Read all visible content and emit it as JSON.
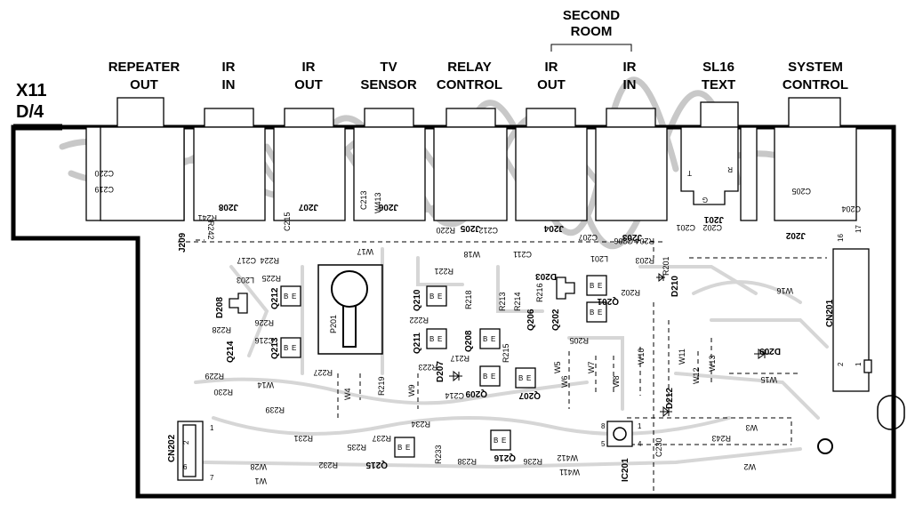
{
  "board": {
    "ref_label": "X11",
    "ref_sub": "D/4"
  },
  "headers": {
    "second_room": "SECOND",
    "second_room_2": "ROOM",
    "repeater": [
      "REPEATER",
      "OUT"
    ],
    "ir_in_1": [
      "IR",
      "IN"
    ],
    "ir_out_1": [
      "IR",
      "OUT"
    ],
    "tv_sensor": [
      "TV",
      "SENSOR"
    ],
    "relay_control": [
      "RELAY",
      "CONTROL"
    ],
    "ir_out_2": [
      "IR",
      "OUT"
    ],
    "ir_in_2": [
      "IR",
      "IN"
    ],
    "sl16": [
      "SL16",
      "TEXT"
    ],
    "system_control": [
      "SYSTEM",
      "CONTROL"
    ]
  },
  "connectors": [
    "J209",
    "J208",
    "J207",
    "J206",
    "J205",
    "J204",
    "J203",
    "J201",
    "J202",
    "CN201",
    "CN202"
  ],
  "semis": [
    "Q210",
    "Q211",
    "Q212",
    "Q213",
    "Q214",
    "Q215",
    "Q216",
    "Q206",
    "Q207",
    "Q208",
    "Q209",
    "Q201",
    "Q202",
    "D203",
    "D207",
    "D208",
    "D209",
    "D210",
    "D212",
    "IC201"
  ],
  "parts": {
    "C220": "C220",
    "C219": "C219",
    "R241": "R241",
    "R242": "R242",
    "C213": "C213",
    "W413": "W413",
    "C215": "C215",
    "W17": "W17",
    "R220": "R220",
    "C212": "C212",
    "W18": "W18",
    "C211": "C211",
    "C207": "C207",
    "L201": "L201",
    "C206": "C206",
    "R204": "R204",
    "R203": "R203",
    "R201": "R201",
    "R202": "R202",
    "C201": "C201",
    "C202": "C202",
    "C205": "C205",
    "C204": "C204",
    "W16": "W16",
    "C217": "C217",
    "R224": "R224",
    "R225": "R225",
    "L203": "L203",
    "R221": "R221",
    "R218": "R218",
    "R213": "R213",
    "R214": "R214",
    "R216": "R216",
    "R222": "R222",
    "R226": "R226",
    "P201": "P201",
    "R228": "R228",
    "C216": "C216",
    "R227": "R227",
    "R229": "R229",
    "R230": "R230",
    "W14": "W14",
    "R219": "R219",
    "R217": "R217",
    "R215": "R215",
    "R223": "R223",
    "R205": "R205",
    "W5": "W5",
    "W6": "W6",
    "W7": "W7",
    "W8": "W8",
    "W10": "W10",
    "W11": "W11",
    "W12": "W12",
    "W13": "W13",
    "W15": "W15",
    "C214": "C214",
    "W9": "W9",
    "W4": "W4",
    "R239": "R239",
    "R234": "R234",
    "R237": "R237",
    "R231": "R231",
    "R235": "R235",
    "R232": "R232",
    "R233": "R233",
    "R238": "R238",
    "R236": "R236",
    "W412": "W412",
    "W411": "W411",
    "C230": "C230",
    "R243": "R243",
    "W3": "W3",
    "W2": "W2",
    "W28": "W28",
    "W1": "W1"
  },
  "pins": {
    "T": "T",
    "R": "R",
    "G": "G",
    "E": "E",
    "B": "B",
    "p1": "1",
    "p2": "2",
    "p4": "4",
    "p5": "5",
    "p6": "6",
    "p7": "7",
    "p8": "8",
    "p16": "16",
    "p17": "17"
  }
}
